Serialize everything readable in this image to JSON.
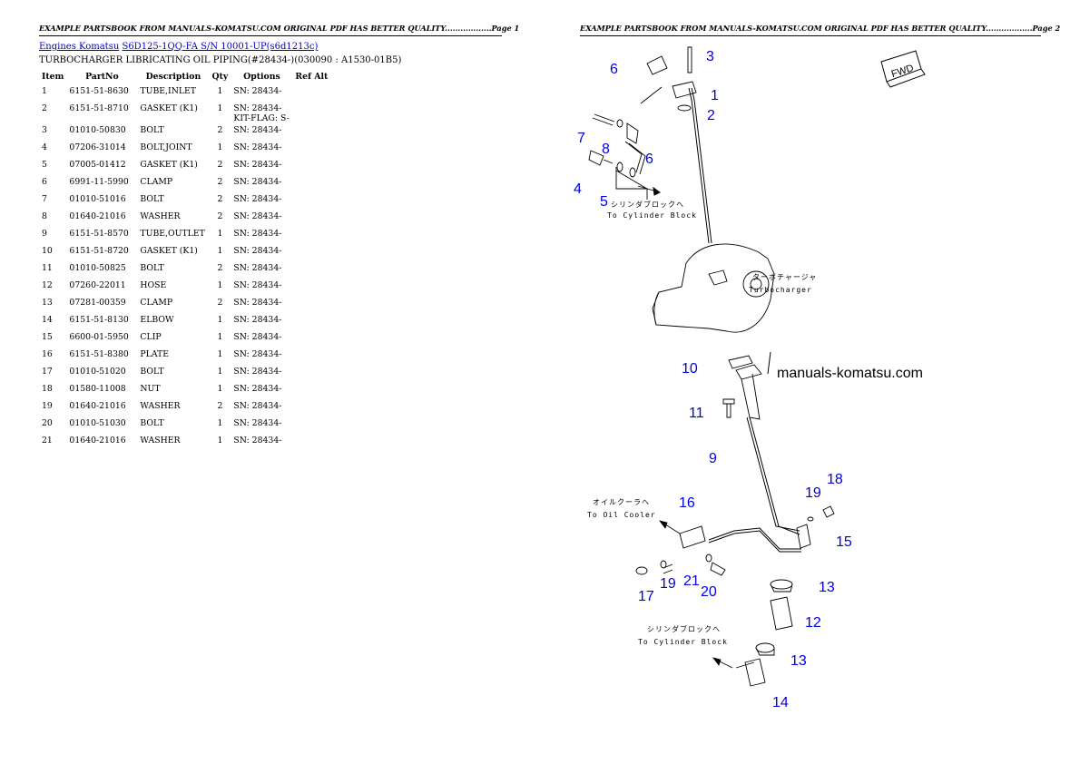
{
  "header": {
    "left_page": "EXAMPLE PARTSBOOK FROM MANUALS-KOMATSU.COM ORIGINAL PDF HAS BETTER QUALITY..................Page 1",
    "right_page": "EXAMPLE PARTSBOOK FROM MANUALS-KOMATSU.COM ORIGINAL PDF HAS BETTER QUALITY..................Page 2"
  },
  "breadcrumb": {
    "link1": "Engines Komatsu",
    "link2": "S6D125-1QQ-FA S/N 10001-UP(s6d1213c)"
  },
  "subtitle": "TURBOCHARGER LIBRICATING OIL PIPING(#28434-)(030090 : A1530-01B5)",
  "table": {
    "columns": [
      "Item",
      "PartNo",
      "Description",
      "Qty",
      "Options",
      "Ref Alt"
    ],
    "rows": [
      {
        "item": "1",
        "part": "6151-51-8630",
        "desc": "TUBE,INLET",
        "qty": "1",
        "opt": "SN: 28434-",
        "opt2": ""
      },
      {
        "item": "2",
        "part": "6151-51-8710",
        "desc": "GASKET (K1)",
        "qty": "1",
        "opt": "SN: 28434-",
        "opt2": "KIT-FLAG: S-"
      },
      {
        "item": "3",
        "part": "01010-50830",
        "desc": "BOLT",
        "qty": "2",
        "opt": "SN: 28434-",
        "opt2": ""
      },
      {
        "item": "4",
        "part": "07206-31014",
        "desc": "BOLT,JOINT",
        "qty": "1",
        "opt": "SN: 28434-",
        "opt2": ""
      },
      {
        "item": "5",
        "part": "07005-01412",
        "desc": "GASKET (K1)",
        "qty": "2",
        "opt": "SN: 28434-",
        "opt2": ""
      },
      {
        "item": "6",
        "part": "6991-11-5990",
        "desc": "CLAMP",
        "qty": "2",
        "opt": "SN: 28434-",
        "opt2": ""
      },
      {
        "item": "7",
        "part": "01010-51016",
        "desc": "BOLT",
        "qty": "2",
        "opt": "SN: 28434-",
        "opt2": ""
      },
      {
        "item": "8",
        "part": "01640-21016",
        "desc": "WASHER",
        "qty": "2",
        "opt": "SN: 28434-",
        "opt2": ""
      },
      {
        "item": "9",
        "part": "6151-51-8570",
        "desc": "TUBE,OUTLET",
        "qty": "1",
        "opt": "SN: 28434-",
        "opt2": ""
      },
      {
        "item": "10",
        "part": "6151-51-8720",
        "desc": "GASKET (K1)",
        "qty": "1",
        "opt": "SN: 28434-",
        "opt2": ""
      },
      {
        "item": "11",
        "part": "01010-50825",
        "desc": "BOLT",
        "qty": "2",
        "opt": "SN: 28434-",
        "opt2": ""
      },
      {
        "item": "12",
        "part": "07260-22011",
        "desc": "HOSE",
        "qty": "1",
        "opt": "SN: 28434-",
        "opt2": ""
      },
      {
        "item": "13",
        "part": "07281-00359",
        "desc": "CLAMP",
        "qty": "2",
        "opt": "SN: 28434-",
        "opt2": ""
      },
      {
        "item": "14",
        "part": "6151-51-8130",
        "desc": "ELBOW",
        "qty": "1",
        "opt": "SN: 28434-",
        "opt2": ""
      },
      {
        "item": "15",
        "part": "6600-01-5950",
        "desc": "CLIP",
        "qty": "1",
        "opt": "SN: 28434-",
        "opt2": ""
      },
      {
        "item": "16",
        "part": "6151-51-8380",
        "desc": "PLATE",
        "qty": "1",
        "opt": "SN: 28434-",
        "opt2": ""
      },
      {
        "item": "17",
        "part": "01010-51020",
        "desc": "BOLT",
        "qty": "1",
        "opt": "SN: 28434-",
        "opt2": ""
      },
      {
        "item": "18",
        "part": "01580-11008",
        "desc": "NUT",
        "qty": "1",
        "opt": "SN: 28434-",
        "opt2": ""
      },
      {
        "item": "19",
        "part": "01640-21016",
        "desc": "WASHER",
        "qty": "2",
        "opt": "SN: 28434-",
        "opt2": ""
      },
      {
        "item": "20",
        "part": "01010-51030",
        "desc": "BOLT",
        "qty": "1",
        "opt": "SN: 28434-",
        "opt2": ""
      },
      {
        "item": "21",
        "part": "01640-21016",
        "desc": "WASHER",
        "qty": "1",
        "opt": "SN: 28434-",
        "opt2": ""
      }
    ]
  },
  "diagram": {
    "watermark": "manuals-komatsu.com",
    "fwd": "FWD",
    "callouts": [
      "3",
      "6",
      "1",
      "2",
      "7",
      "8",
      "6",
      "4",
      "5",
      "10",
      "11",
      "9",
      "18",
      "19",
      "16",
      "15",
      "13",
      "12",
      "13",
      "14",
      "17",
      "19",
      "21",
      "20"
    ],
    "notes": {
      "to_block_top_jp": "シリンダブロックへ",
      "to_block_top_en": "To Cylinder Block",
      "turbo_jp": "ターボチャージャ",
      "turbo_en": "Turbocharger",
      "oil_cooler_jp": "オイルクーラへ",
      "oil_cooler_en": "To Oil Cooler",
      "to_block_bottom_jp": "シリンダブロックへ",
      "to_block_bottom_en": "To Cylinder Block"
    }
  }
}
